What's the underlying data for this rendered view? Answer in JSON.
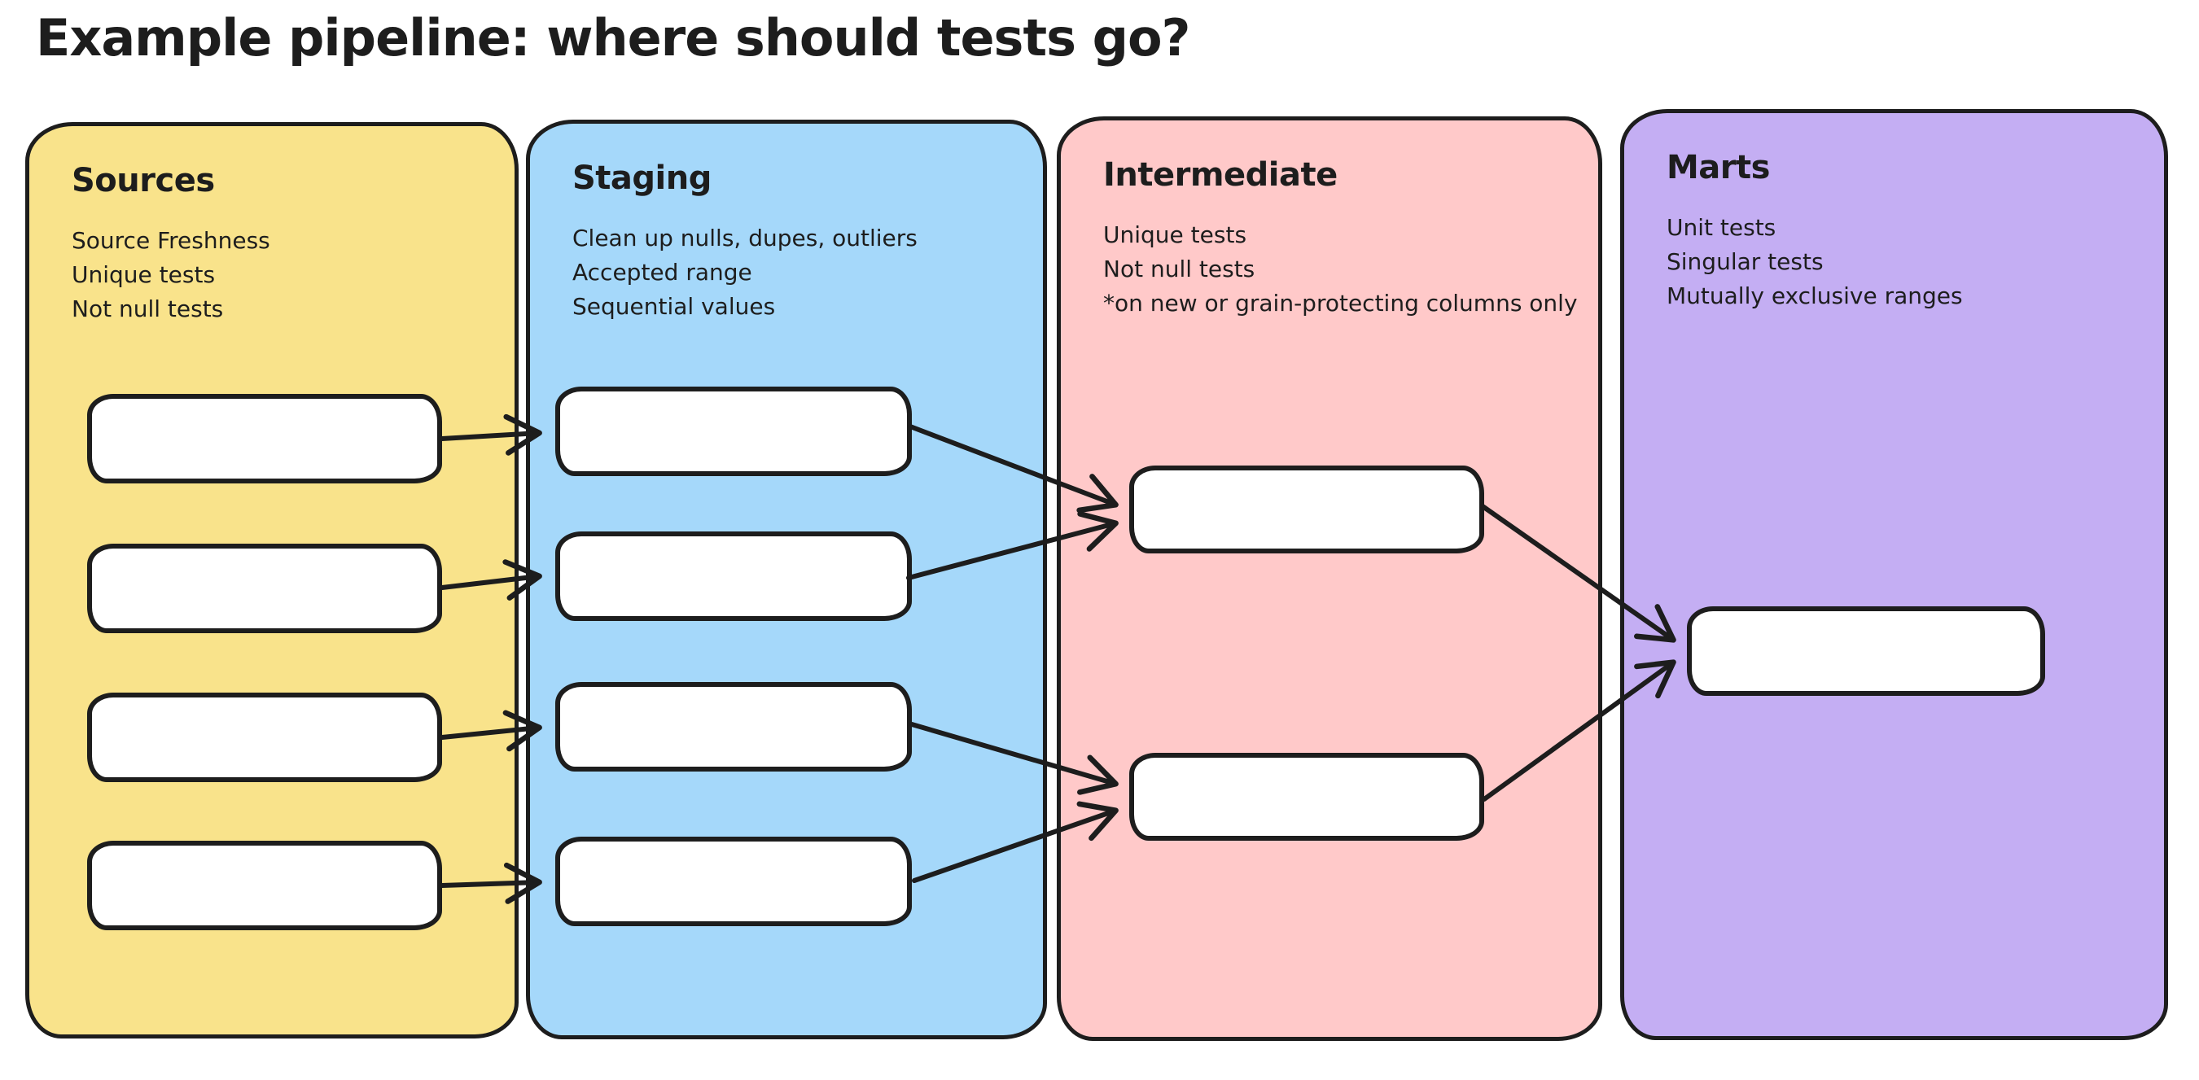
{
  "title": "Example pipeline: where should tests go?",
  "colors": {
    "page_background": "#ffffff",
    "stroke": "#1d1d1d",
    "node_fill": "#ffffff",
    "sources_yellow": "#F9E38B",
    "staging_blue": "#A5D8FA",
    "intermediate_pink": "#FFC9C9",
    "marts_purple": "#C4AEF3"
  },
  "columns": [
    {
      "label": "Sources",
      "color": "#F9E38B",
      "notes": [
        "Source Freshness",
        "Unique tests",
        "Not null tests"
      ],
      "node_count": 4
    },
    {
      "label": "Staging",
      "color": "#A5D8FA",
      "notes": [
        "Clean up nulls, dupes, outliers",
        "Accepted range",
        "Sequential values"
      ],
      "node_count": 4
    },
    {
      "label": "Intermediate",
      "color": "#FFC9C9",
      "notes": [
        "Unique tests",
        "Not null tests",
        "*on new or grain-protecting columns only"
      ],
      "node_count": 2
    },
    {
      "label": "Marts",
      "color": "#C4AEF3",
      "notes": [
        "Unit tests",
        "Singular tests",
        "Mutually exclusive ranges"
      ],
      "node_count": 1
    }
  ],
  "edges": [
    {
      "from": "source-1",
      "to": "staging-1"
    },
    {
      "from": "source-2",
      "to": "staging-2"
    },
    {
      "from": "source-3",
      "to": "staging-3"
    },
    {
      "from": "source-4",
      "to": "staging-4"
    },
    {
      "from": "staging-1",
      "to": "intermediate-1"
    },
    {
      "from": "staging-2",
      "to": "intermediate-1"
    },
    {
      "from": "staging-3",
      "to": "intermediate-2"
    },
    {
      "from": "staging-4",
      "to": "intermediate-2"
    },
    {
      "from": "intermediate-1",
      "to": "marts-1"
    },
    {
      "from": "intermediate-2",
      "to": "marts-1"
    }
  ]
}
